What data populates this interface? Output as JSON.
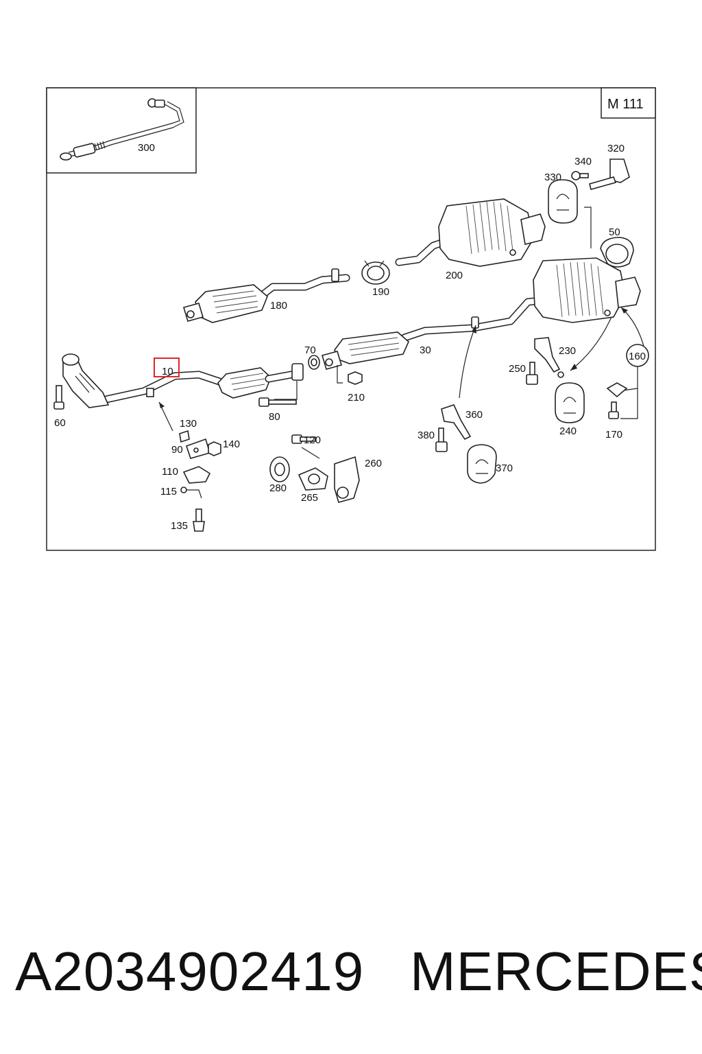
{
  "diagram": {
    "engine_badge": "M 111",
    "highlighted_part": "10",
    "labels": {
      "p10": "10",
      "p30": "30",
      "p50": "50",
      "p60": "60",
      "p70": "70",
      "p80": "80",
      "p90": "90",
      "p110": "110",
      "p115": "115",
      "p120": "120",
      "p130": "130",
      "p135": "135",
      "p140": "140",
      "p160": "160",
      "p170": "170",
      "p180": "180",
      "p190": "190",
      "p200": "200",
      "p210": "210",
      "p230": "230",
      "p240": "240",
      "p250": "250",
      "p260": "260",
      "p265": "265",
      "p280": "280",
      "p300": "300",
      "p320": "320",
      "p330": "330",
      "p340": "340",
      "p360": "360",
      "p370": "370",
      "p380": "380"
    }
  },
  "footer": {
    "part_number": "A2034902419",
    "brand": "MERCEDES"
  },
  "colors": {
    "highlight": "#e0242c",
    "line": "#222222",
    "background": "#ffffff"
  }
}
